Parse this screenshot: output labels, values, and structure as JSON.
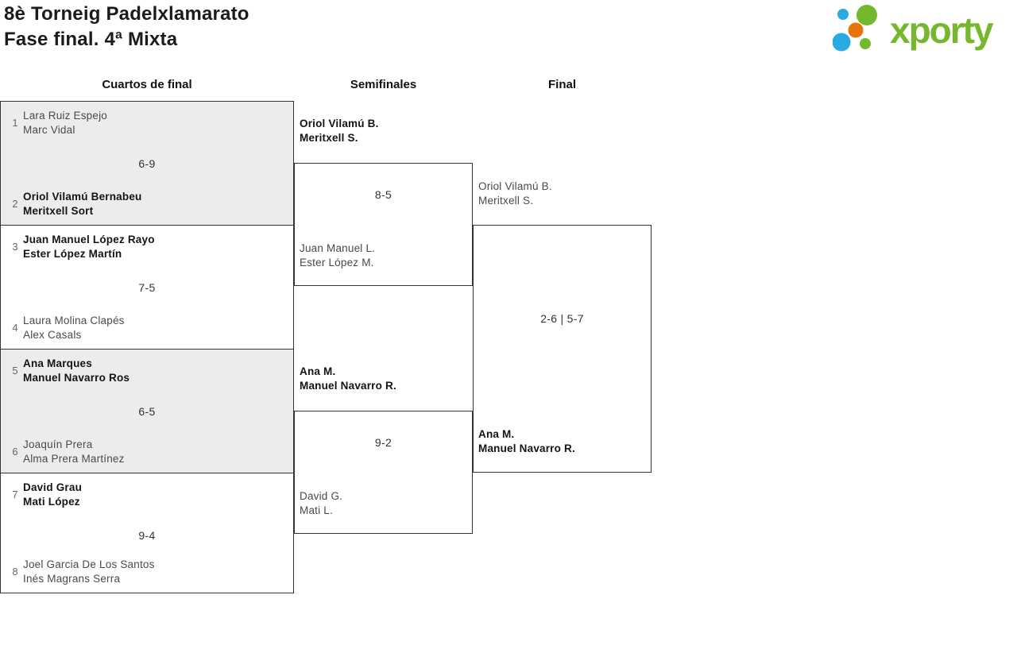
{
  "title": {
    "line1": "8è Torneig Padelxlamarato",
    "line2": "Fase final. 4ª Mixta"
  },
  "logo": {
    "text": "xporty"
  },
  "headers": {
    "quarterfinals": "Cuartos de final",
    "semifinals": "Semifinales",
    "final": "Final"
  },
  "qf": [
    {
      "seed_a": "1",
      "a1": "Lara Ruiz Espejo",
      "a2": "Marc Vidal",
      "score": "6-9",
      "seed_b": "2",
      "b1": "Oriol Vilamú Bernabeu",
      "b2": "Meritxell Sort"
    },
    {
      "seed_a": "3",
      "a1": "Juan Manuel López Rayo",
      "a2": "Ester López Martín",
      "score": "7-5",
      "seed_b": "4",
      "b1": "Laura Molina Clapés",
      "b2": "Alex Casals"
    },
    {
      "seed_a": "5",
      "a1": "Ana Marques",
      "a2": "Manuel Navarro Ros",
      "score": "6-5",
      "seed_b": "6",
      "b1": "Joaquín Prera",
      "b2": "Alma Prera Martínez"
    },
    {
      "seed_a": "7",
      "a1": "David Grau",
      "a2": "Mati López",
      "score": "9-4",
      "seed_b": "8",
      "b1": "Joel Garcia De Los Santos",
      "b2": "Inés Magrans Serra"
    }
  ],
  "sf": [
    {
      "a1": "Oriol Vilamú B.",
      "a2": "Meritxell S.",
      "score": "8-5",
      "b1": "Juan Manuel L.",
      "b2": "Ester López M."
    },
    {
      "a1": "Ana M.",
      "a2": "Manuel Navarro R.",
      "score": "9-2",
      "b1": "David G.",
      "b2": "Mati L."
    }
  ],
  "final": {
    "a1": "Oriol Vilamú B.",
    "a2": "Meritxell S.",
    "score": "2-6 | 5-7",
    "b1": "Ana M.",
    "b2": "Manuel Navarro R."
  },
  "colors": {
    "brand_green": "#76b82d",
    "brand_blue": "#29abe2",
    "brand_orange": "#e8730a",
    "box_fill": "#ececec",
    "border": "#333333",
    "winner_text": "#141414",
    "loser_text": "#4a4a4a"
  }
}
